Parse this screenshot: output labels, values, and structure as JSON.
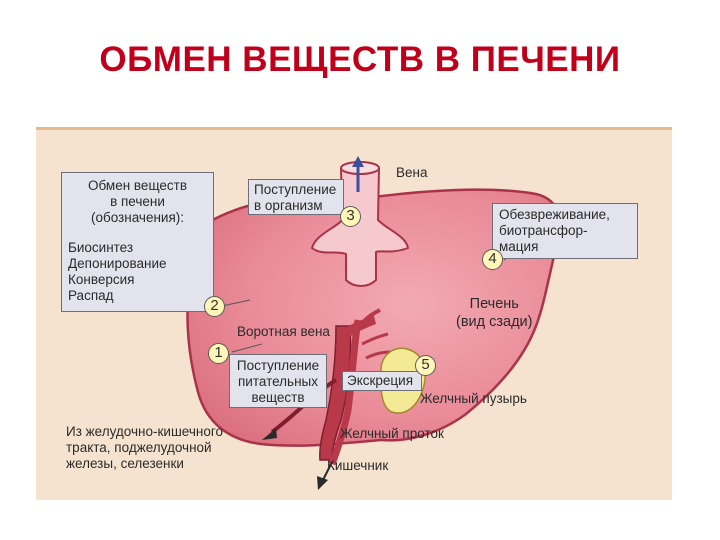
{
  "title": "ОБМЕН ВЕЩЕСТВ В ПЕЧЕНИ",
  "legend": {
    "heading": [
      "Обмен веществ",
      "в печени",
      "(обозначения):"
    ],
    "items": [
      "Биосинтез",
      "Депонирование",
      "Конверсия",
      "Распад"
    ]
  },
  "boxes": {
    "intake_organism": [
      "Поступление",
      "в организм"
    ],
    "detox": [
      "Обезвреживание,",
      "биотрансфор-",
      "мация"
    ],
    "nutrients": [
      "Поступление",
      "питательных",
      "веществ"
    ],
    "excretion": "Экскреция"
  },
  "labels": {
    "vein": "Вена",
    "liver": [
      "Печень",
      "(вид сзади)"
    ],
    "portal_vein": "Воротная вена",
    "gallbladder": "Желчный пузырь",
    "bile_duct": "Желчный проток",
    "intestine": "Кишечник",
    "from_gi": [
      "Из желудочно-кишечного",
      "тракта, поджелудочной",
      "железы, селезенки"
    ]
  },
  "markers": [
    "1",
    "2",
    "3",
    "4",
    "5"
  ],
  "colors": {
    "title": "#c0001a",
    "background": "#f6e3cf",
    "liver": "#e67f8e",
    "vessel": "#b83a4a",
    "gallbladder": "#f4ea96",
    "box": "#e2e3ec",
    "marker": "#fff6b8"
  }
}
